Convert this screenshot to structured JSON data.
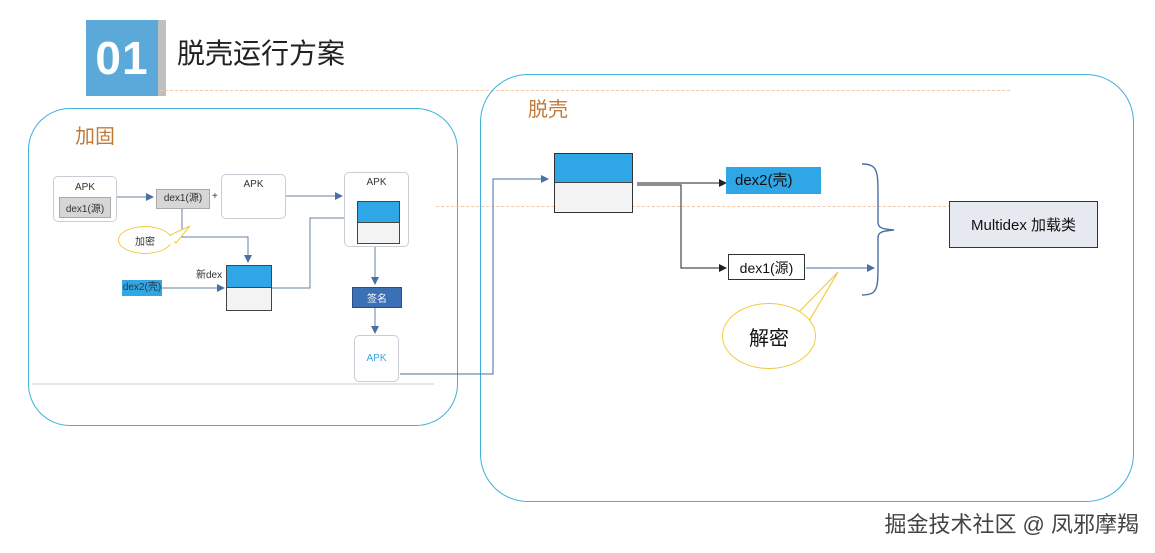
{
  "header": {
    "number": "01",
    "title": "脱壳运行方案"
  },
  "left_panel": {
    "label": "加固",
    "apk1": {
      "title": "APK",
      "inner": "dex1(源)"
    },
    "dex1": "dex1(源)",
    "plus": "+",
    "apk2": "APK",
    "apk3": "APK",
    "encrypt_bubble": "加密",
    "new_dex": "新dex",
    "dex2": "dex2(壳)",
    "sign": "签名",
    "apk_out": "APK"
  },
  "right_panel": {
    "label": "脱壳",
    "dex2": "dex2(壳)",
    "dex1": "dex1(源)",
    "decrypt_bubble": "解密",
    "multidex": "Multidex 加载类"
  },
  "watermark": "掘金技术社区 @ 凤邪摩羯",
  "colors": {
    "accent_blue": "#2fa6e5",
    "panel_border": "#3fb0dc",
    "badge": "#5aa9d8",
    "label_orange": "#c07a3a",
    "sign_box": "#3b6fb6",
    "bubble_border": "#f0cc45"
  }
}
